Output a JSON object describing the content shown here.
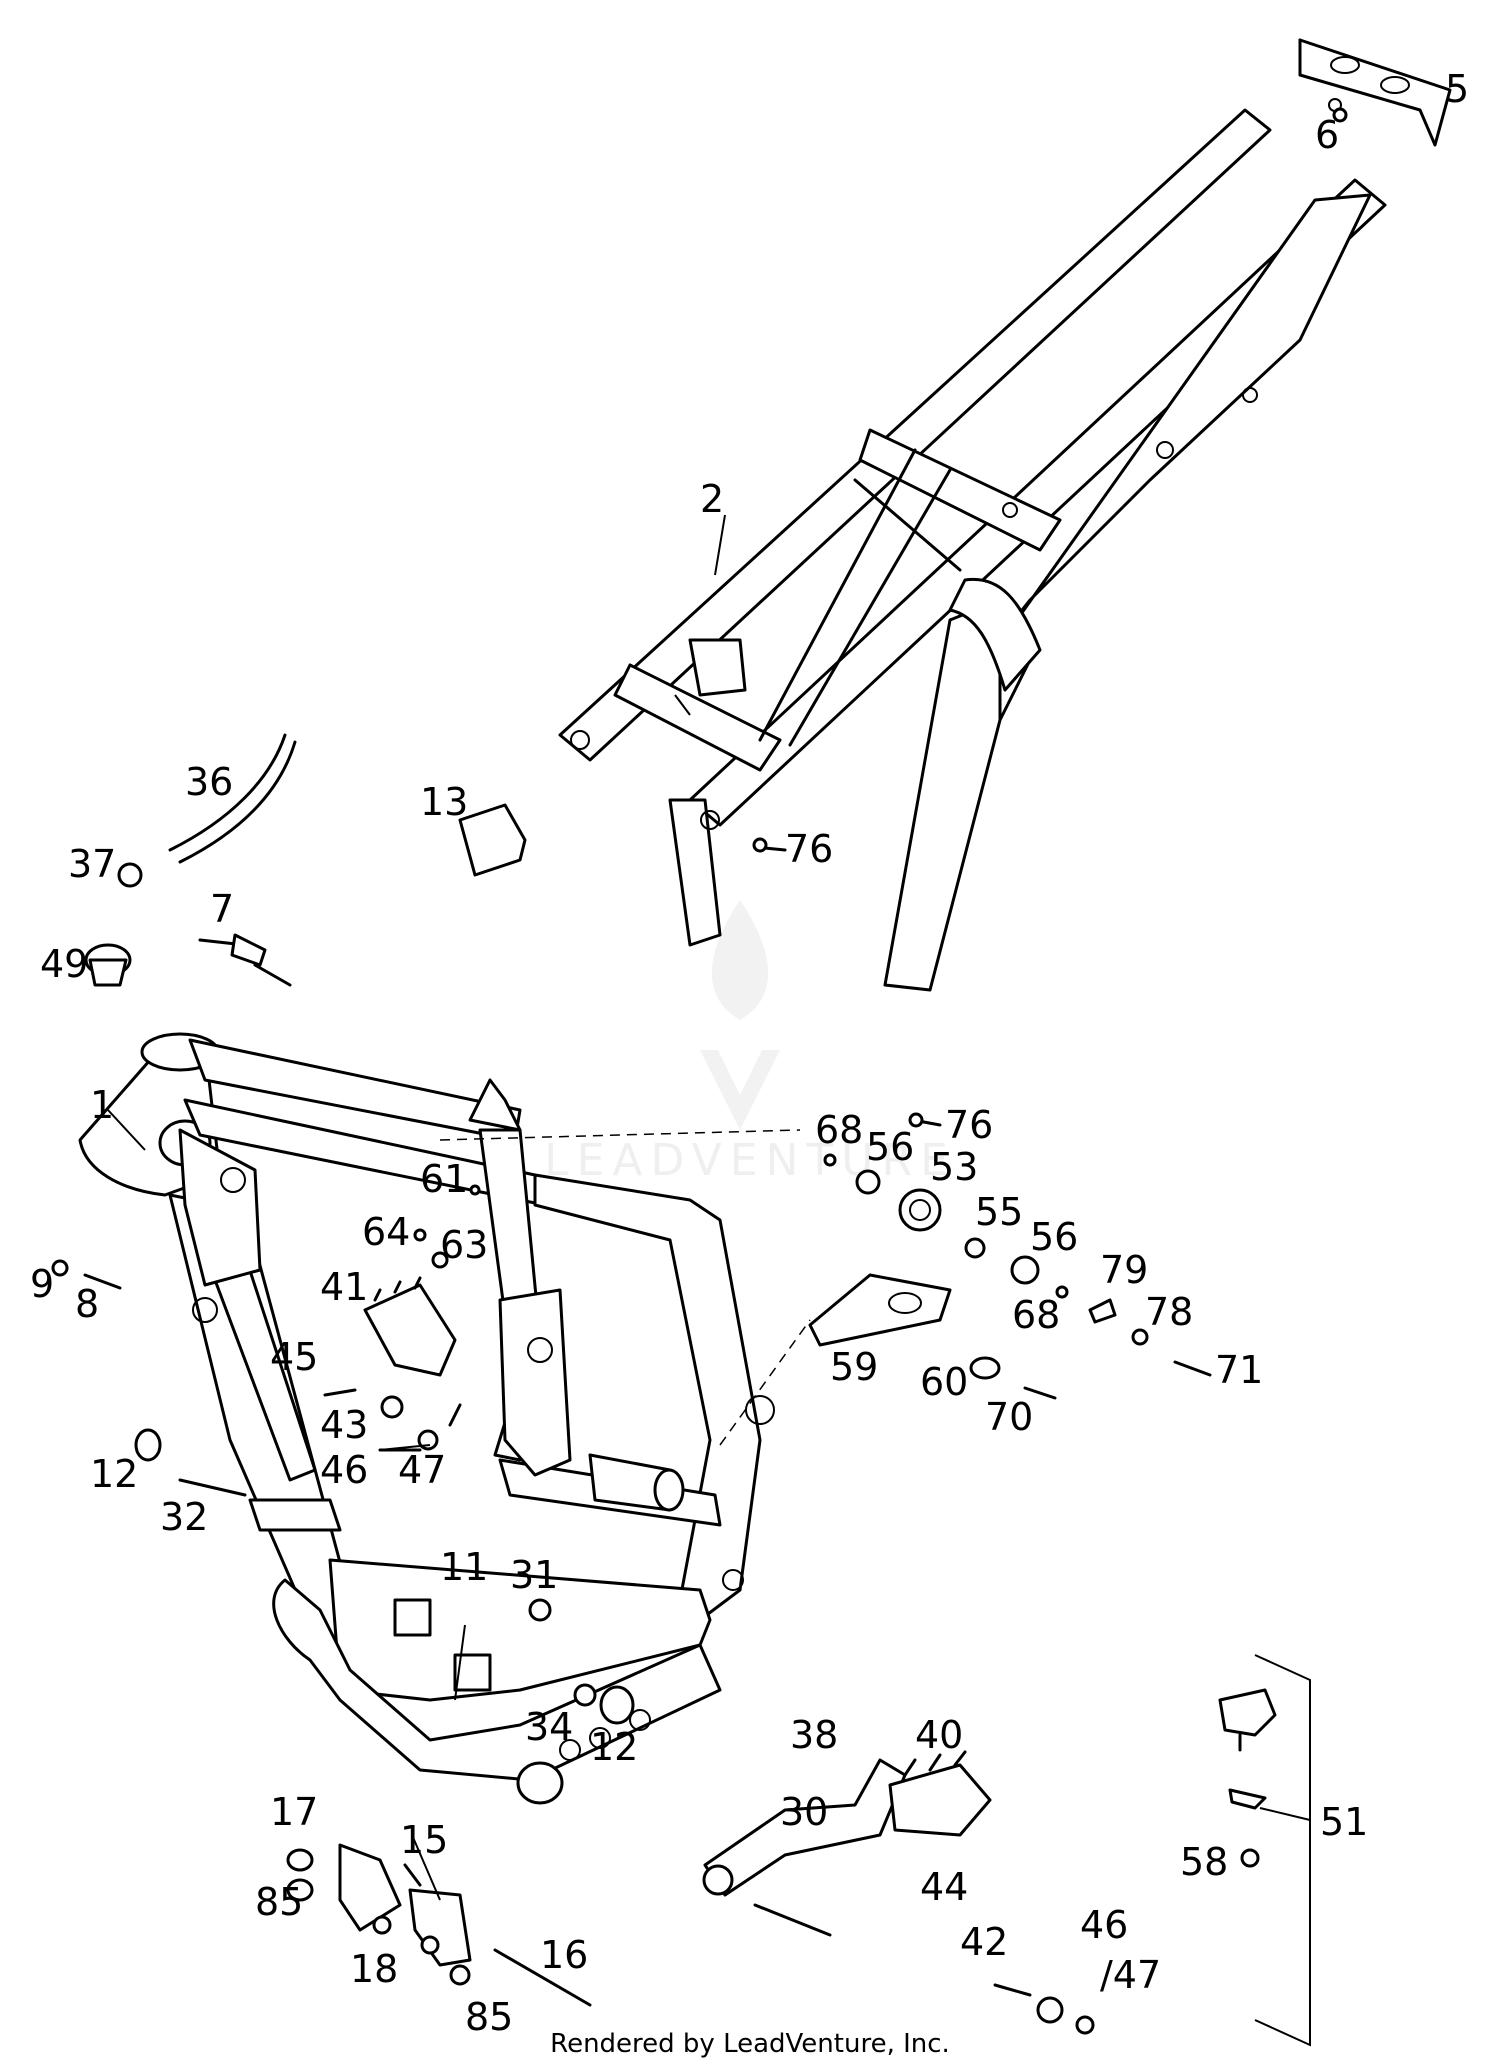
{
  "labels": [
    {
      "id": "1",
      "text": "1"
    },
    {
      "id": "2",
      "text": "2"
    },
    {
      "id": "5",
      "text": "5"
    },
    {
      "id": "6",
      "text": "6"
    },
    {
      "id": "7",
      "text": "7"
    },
    {
      "id": "8",
      "text": "8"
    },
    {
      "id": "9",
      "text": "9"
    },
    {
      "id": "11",
      "text": "11"
    },
    {
      "id": "12a",
      "text": "12"
    },
    {
      "id": "12b",
      "text": "12"
    },
    {
      "id": "13",
      "text": "13"
    },
    {
      "id": "15",
      "text": "15"
    },
    {
      "id": "16",
      "text": "16"
    },
    {
      "id": "17",
      "text": "17"
    },
    {
      "id": "18",
      "text": "18"
    },
    {
      "id": "30",
      "text": "30"
    },
    {
      "id": "31",
      "text": "31"
    },
    {
      "id": "32",
      "text": "32"
    },
    {
      "id": "34",
      "text": "34"
    },
    {
      "id": "36",
      "text": "36"
    },
    {
      "id": "37",
      "text": "37"
    },
    {
      "id": "38",
      "text": "38"
    },
    {
      "id": "40",
      "text": "40"
    },
    {
      "id": "41",
      "text": "41"
    },
    {
      "id": "42",
      "text": "42"
    },
    {
      "id": "43",
      "text": "43"
    },
    {
      "id": "44",
      "text": "44"
    },
    {
      "id": "45",
      "text": "45"
    },
    {
      "id": "46a",
      "text": "46"
    },
    {
      "id": "47a",
      "text": "47"
    },
    {
      "id": "46b",
      "text": "46"
    },
    {
      "id": "47b",
      "text": "/47"
    },
    {
      "id": "49",
      "text": "49"
    },
    {
      "id": "51",
      "text": "51"
    },
    {
      "id": "53",
      "text": "53"
    },
    {
      "id": "55",
      "text": "55"
    },
    {
      "id": "56a",
      "text": "56"
    },
    {
      "id": "56b",
      "text": "56"
    },
    {
      "id": "58",
      "text": "58"
    },
    {
      "id": "59",
      "text": "59"
    },
    {
      "id": "60",
      "text": "60"
    },
    {
      "id": "61",
      "text": "61"
    },
    {
      "id": "63",
      "text": "63"
    },
    {
      "id": "64",
      "text": "64"
    },
    {
      "id": "68a",
      "text": "68"
    },
    {
      "id": "68b",
      "text": "68"
    },
    {
      "id": "70",
      "text": "70"
    },
    {
      "id": "71",
      "text": "71"
    },
    {
      "id": "76a",
      "text": "76"
    },
    {
      "id": "76b",
      "text": "76"
    },
    {
      "id": "78",
      "text": "78"
    },
    {
      "id": "79",
      "text": "79"
    },
    {
      "id": "85a",
      "text": "85"
    },
    {
      "id": "85b",
      "text": "85"
    }
  ],
  "footer": "Rendered by LeadVenture, Inc.",
  "watermark": "LEADVENTURE"
}
